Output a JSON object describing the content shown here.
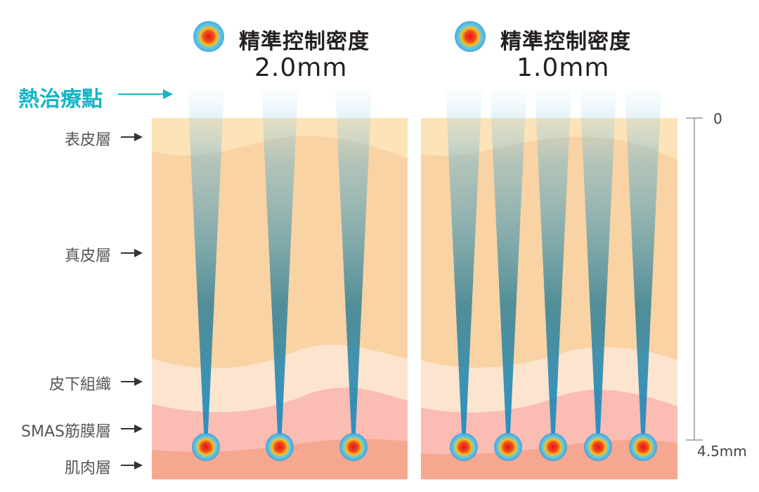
{
  "panels": [
    {
      "title": "精準控制密度",
      "density": "2.0mm",
      "point_count": 3
    },
    {
      "title": "精準控制密度",
      "density": "1.0mm",
      "point_count": 5
    }
  ],
  "treatment_label": "熱治療點",
  "layers": [
    {
      "name": "表皮層",
      "color": "#fde3b8"
    },
    {
      "name": "真皮層",
      "color": "#f9d3a3"
    },
    {
      "name": "皮下組織",
      "color": "#fde4cf"
    },
    {
      "name": "SMAS筋膜層",
      "color": "#fbbcb3"
    },
    {
      "name": "肌肉層",
      "color": "#f6a790"
    }
  ],
  "depth_scale": {
    "top": "0",
    "bottom": "4.5mm"
  },
  "colors": {
    "accent": "#16b4c8",
    "beam": "#2e7f95",
    "hotspot": "#e8101a"
  }
}
